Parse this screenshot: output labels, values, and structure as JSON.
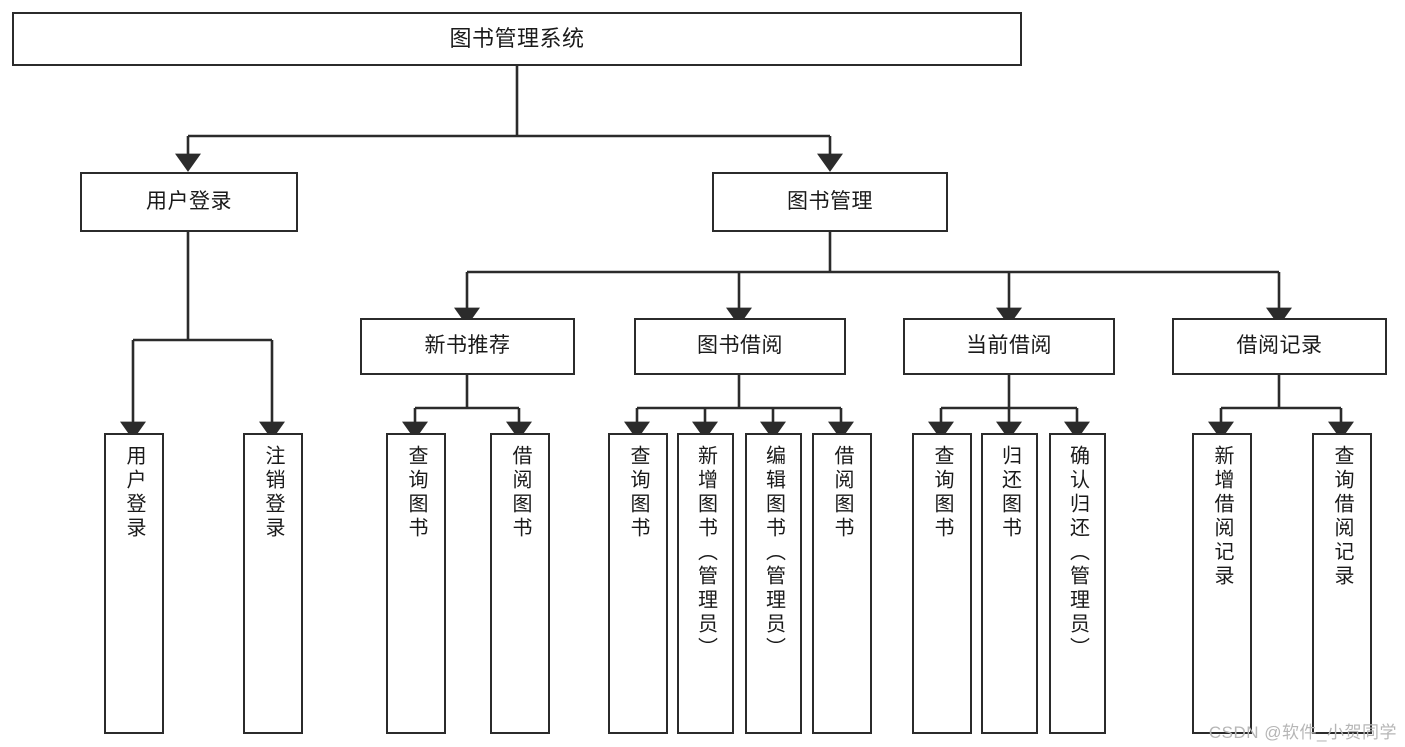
{
  "diagram": {
    "title": "图书管理系统",
    "watermark": "CSDN @软件_小贺同学",
    "line_color": "#2b2b2b",
    "box_fill": "#ffffff",
    "text_color": "#1a1a1a",
    "watermark_color": "#b6b6b6"
  },
  "nodes": {
    "root": {
      "label": "图书管理系统"
    },
    "level2": [
      {
        "id": "user-login",
        "label": "用户登录"
      },
      {
        "id": "book-manage",
        "label": "图书管理"
      }
    ],
    "level3": [
      {
        "id": "new-book-rec",
        "label": "新书推荐"
      },
      {
        "id": "book-borrow",
        "label": "图书借阅"
      },
      {
        "id": "current-borrow",
        "label": "当前借阅"
      },
      {
        "id": "borrow-record",
        "label": "借阅记录"
      }
    ],
    "leaves": {
      "user_login": [
        {
          "id": "leaf-user-login",
          "label": "用户登录"
        },
        {
          "id": "leaf-logout-login",
          "label": "注销登录"
        }
      ],
      "new_book_rec": [
        {
          "id": "leaf-query-book-1",
          "label": "查询图书"
        },
        {
          "id": "leaf-borrow-book-1",
          "label": "借阅图书"
        }
      ],
      "book_borrow": [
        {
          "id": "leaf-query-book-2",
          "label": "查询图书"
        },
        {
          "id": "leaf-add-book",
          "label": "新增图书（管理员）"
        },
        {
          "id": "leaf-edit-book",
          "label": "编辑图书（管理员）"
        },
        {
          "id": "leaf-borrow-book-2",
          "label": "借阅图书"
        }
      ],
      "current_borrow": [
        {
          "id": "leaf-query-book-3",
          "label": "查询图书"
        },
        {
          "id": "leaf-return-book",
          "label": "归还图书"
        },
        {
          "id": "leaf-confirm-return",
          "label": "确认归还（管理员）"
        }
      ],
      "borrow_record": [
        {
          "id": "leaf-add-record",
          "label": "新增借阅记录"
        },
        {
          "id": "leaf-query-record",
          "label": "查询借阅记录"
        }
      ]
    }
  }
}
